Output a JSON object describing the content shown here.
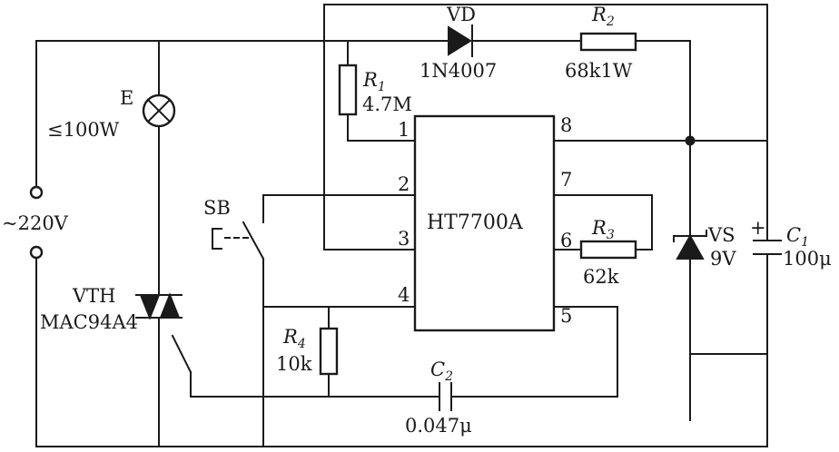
{
  "labels": {
    "vd": "VD",
    "vd_part": "1N4007",
    "r2": "R",
    "r2_sub": "2",
    "r2_value": "68k1W",
    "r1": "R",
    "r1_sub": "1",
    "r1_value": "4.7M",
    "lamp": "E",
    "lamp_rating": "≤100W",
    "supply": "~220V",
    "sb": "SB",
    "sb_mark": "E- -",
    "ic": "HT7700A",
    "pins": [
      "1",
      "2",
      "3",
      "4",
      "5",
      "6",
      "7",
      "8"
    ],
    "r3": "R",
    "r3_sub": "3",
    "r3_value": "62k",
    "vs": "VS",
    "vs_value": "9V",
    "c1_plus": "+",
    "c1": "C",
    "c1_sub": "1",
    "c1_value": "100μ",
    "vth": "VTH",
    "vth_part": "MAC94A4",
    "r4": "R",
    "r4_sub": "4",
    "r4_value": "10k",
    "c2": "C",
    "c2_sub": "2",
    "c2_value": "0.047μ"
  }
}
